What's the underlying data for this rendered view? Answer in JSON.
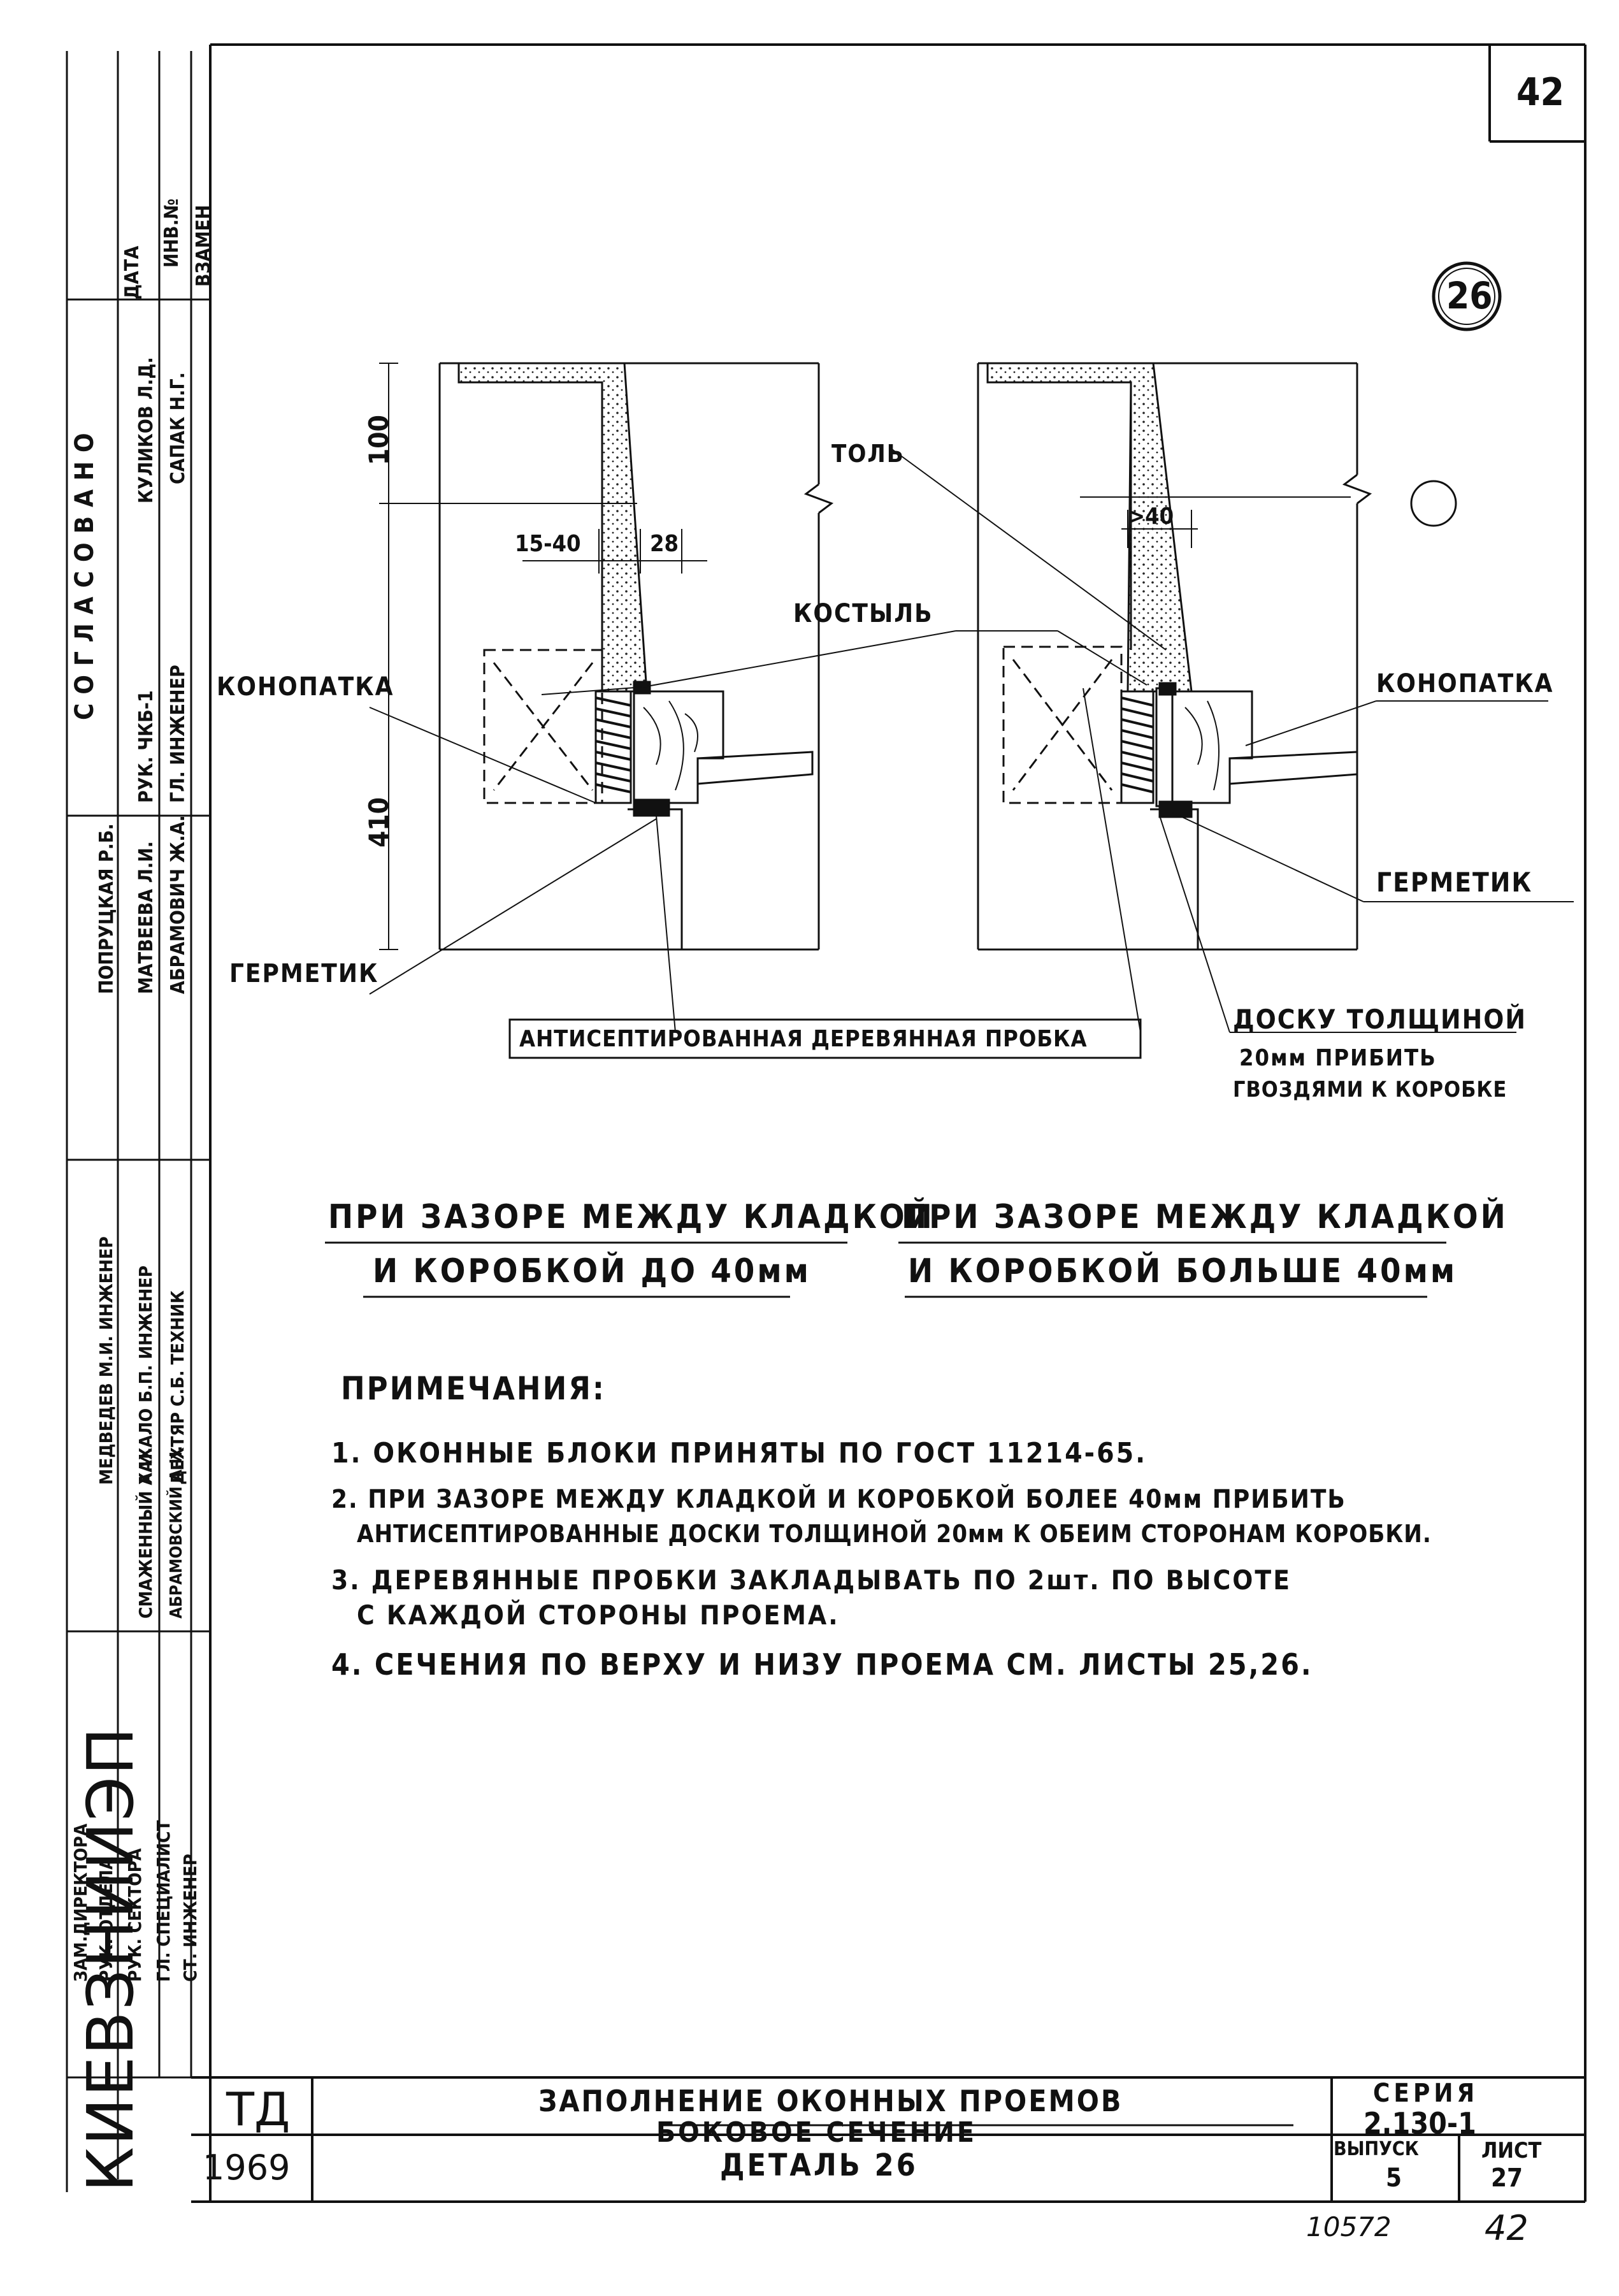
{
  "sheet_corner_number": "42",
  "detail_mark": "26",
  "dimensions": {
    "d100": "100",
    "d410": "410",
    "d15_40": "15-40",
    "d28": "28",
    "d40": ">40"
  },
  "callouts": {
    "tol": "ТОЛЬ",
    "kostyl": "КОСТЫЛЬ",
    "konopatka_left": "КОНОПАТКА",
    "konopatka_right": "КОНОПАТКА",
    "germetik_left": "ГЕРМЕТИК",
    "germetik_right": "ГЕРМЕТИК",
    "probka": "АНТИСЕПТИРОВАННАЯ ДЕРЕВЯННАЯ ПРОБКА",
    "doska_1": "ДОСКУ ТОЛЩИНОЙ",
    "doska_2": "20мм ПРИБИТЬ",
    "doska_3": "ГВОЗДЯМИ К КОРОБКЕ"
  },
  "captions": {
    "left_1": "ПРИ ЗАЗОРЕ МЕЖДУ КЛАДКОЙ",
    "left_2": "И КОРОБКОЙ ДО 40мм",
    "right_1": "ПРИ ЗАЗОРЕ МЕЖДУ КЛАДКОЙ",
    "right_2": "И КОРОБКОЙ БОЛЬШЕ 40мм"
  },
  "notes": {
    "title": "ПРИМЕЧАНИЯ:",
    "n1": "1. ОКОННЫЕ БЛОКИ ПРИНЯТЫ ПО ГОСТ 11214-65.",
    "n2a": "2. ПРИ ЗАЗОРЕ МЕЖДУ КЛАДКОЙ И КОРОБКОЙ БОЛЕЕ 40мм ПРИБИТЬ",
    "n2b": "АНТИСЕПТИРОВАННЫЕ ДОСКИ ТОЛЩИНОЙ 20мм К ОБЕИМ СТОРОНАМ КОРОБКИ.",
    "n3a": "3. ДЕРЕВЯННЫЕ ПРОБКИ ЗАКЛАДЫВАТЬ ПО 2шт. ПО ВЫСОТЕ",
    "n3b": "С КАЖДОЙ СТОРОНЫ ПРОЕМА.",
    "n4": "4. СЕЧЕНИЯ ПО ВЕРХУ И НИЗУ ПРОЕМА СМ. ЛИСТЫ 25,26."
  },
  "title_block": {
    "code": "ТД",
    "year": "1969",
    "title_1": "ЗАПОЛНЕНИЕ ОКОННЫХ ПРОЕМОВ",
    "title_2": "БОКОВОЕ СЕЧЕНИЕ",
    "detail": "ДЕТАЛЬ 26",
    "seriya_label": "СЕРИЯ",
    "seriya_value": "2.130-1",
    "vypusk_label": "ВЫПУСК",
    "vypusk_value": "5",
    "list_label": "ЛИСТ",
    "list_value": "27"
  },
  "footer": {
    "inv": "10572",
    "page": "42"
  },
  "side_strip": {
    "org": "КИЕВЗНИИЭП",
    "agreed": "СОГЛАСОВАНО",
    "data": "ДАТА",
    "inv_n": "ИНВ.№",
    "vzamen": "ВЗАМЕН",
    "kulikov": "КУЛИКОВ Л.Д.",
    "sapak": "САПАК Н.Г.",
    "ruk_ng1": "РУК. ЧКБ-1",
    "gl_inzh_top": "ГЛ. ИНЖЕНЕР",
    "popruzhko": "ПОПРУЦКАЯ Р.Б.",
    "matveeva": "МАТВЕЕВА Л.И.",
    "abramovich": "АБРАМОВИЧ Ж.А.",
    "medvedev": "МЕДВЕДЕВ М.И. ИНЖЕНЕР",
    "khalalo": "ХАХАЛО Б.П. ИНЖЕНЕР",
    "degtyar": "ДЕХТЯР С.Б. ТЕХНИК",
    "smazhenyi": "СМАЖЕННЫЙ А.И.",
    "abramovsky": "АБРАМОВСКИЙ А.И.",
    "zam_dir": "ЗАМ.ДИРЕКТОРА",
    "ruk_otdela": "РУК. ОТДЕЛА",
    "ruk_sektora": "РУК. СЕКТОРА",
    "gl_spec": "ГЛ. СПЕЦИАЛИСТ",
    "st_inzh": "СТ. ИНЖЕНЕР"
  }
}
